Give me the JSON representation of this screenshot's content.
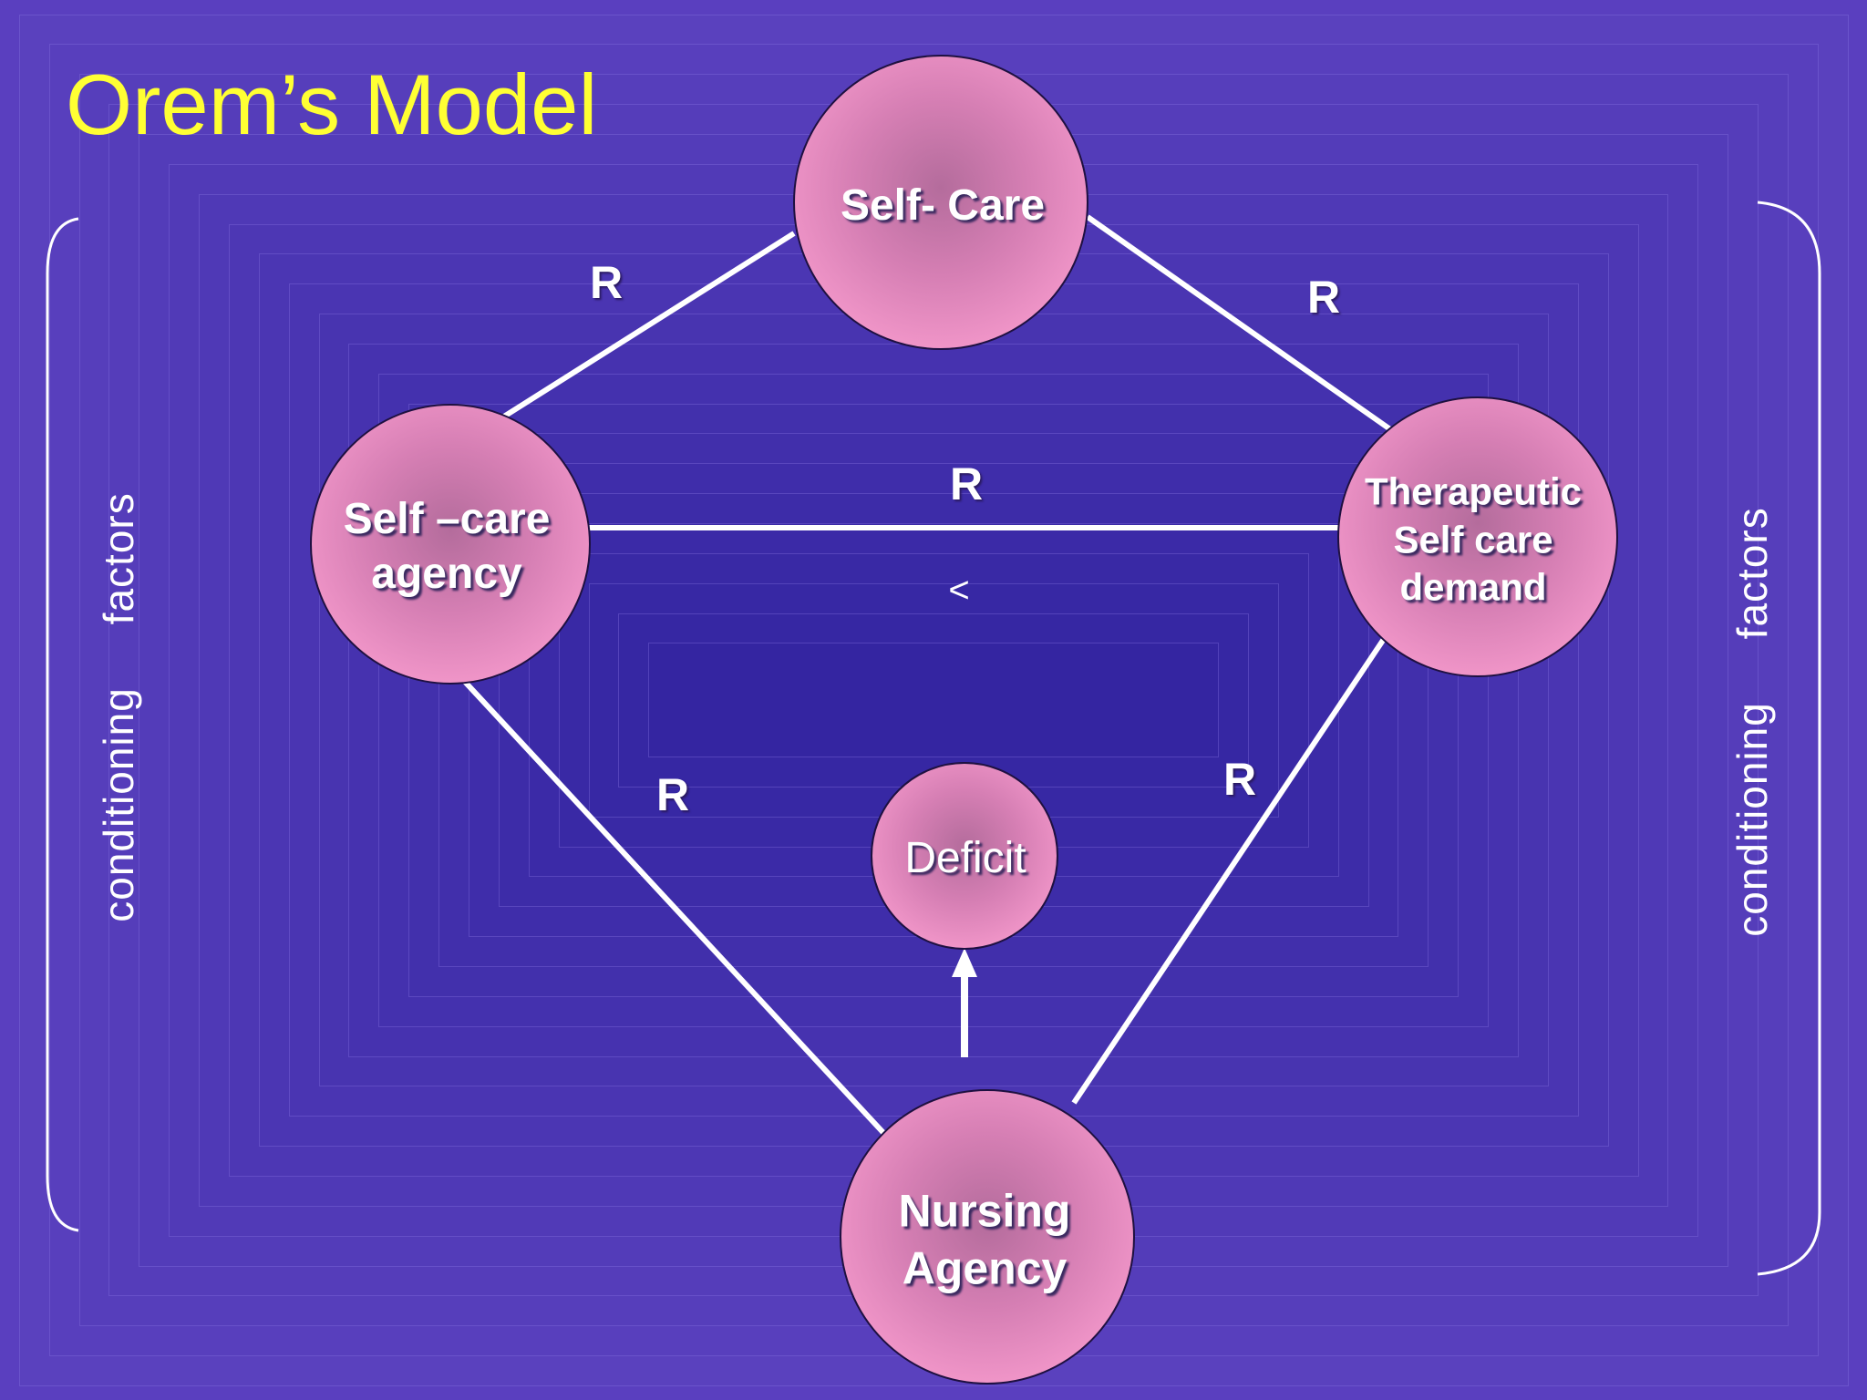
{
  "title": "Orem’s Model",
  "colors": {
    "background": "#5a3fbf",
    "title": "#ffff33",
    "node_fill": "#e58ac0",
    "node_center": "#b46c9c",
    "connector": "#ffffff"
  },
  "nodes": {
    "self_care": "Self- Care",
    "self_care_agency": "Self –care\nagency",
    "therapeutic_demand": "Therapeutic\nSelf care\ndemand",
    "deficit": "Deficit",
    "nursing_agency": "Nursing\nAgency"
  },
  "relations": {
    "top_left": "R",
    "top_right": "R",
    "middle": "R",
    "bottom_left": "R",
    "bottom_right": "R",
    "comparison": "<"
  },
  "side_labels": {
    "left": "conditioning     factors",
    "right": "conditioning     factors"
  }
}
